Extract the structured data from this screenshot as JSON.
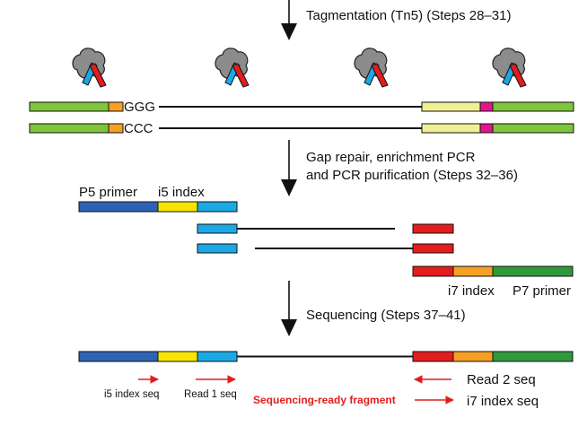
{
  "steps": {
    "tagmentation": "Tagmentation (Tn5) (Steps 28–31)",
    "gap_repair_line1": "Gap repair, enrichment PCR",
    "gap_repair_line2": "and PCR purification (Steps 32–36)",
    "sequencing": "Sequencing (Steps 37–41)"
  },
  "labels": {
    "ggg": "GGG",
    "ccc": "CCC",
    "p5_primer": "P5 primer",
    "i5_index": "i5 index",
    "i7_index": "i7 index",
    "p7_primer": "P7 primer",
    "i5_index_seq": "i5 index seq",
    "read1_seq": "Read 1 seq",
    "read2_seq": "Read 2 seq",
    "i7_index_seq": "i7 index seq",
    "sequencing_ready_fragment": "Sequencing-ready fragment"
  },
  "colors": {
    "green": "#7dc63c",
    "orange": "#f5a023",
    "pale_yellow": "#eef093",
    "magenta": "#e0178c",
    "dark_blue": "#2e63b4",
    "yellow": "#f5e600",
    "light_blue": "#1ba9e6",
    "red": "#e31d1d",
    "dark_green": "#2f9a3c",
    "gray": "#8c8c8c",
    "arrow_red": "#e31d1d"
  }
}
